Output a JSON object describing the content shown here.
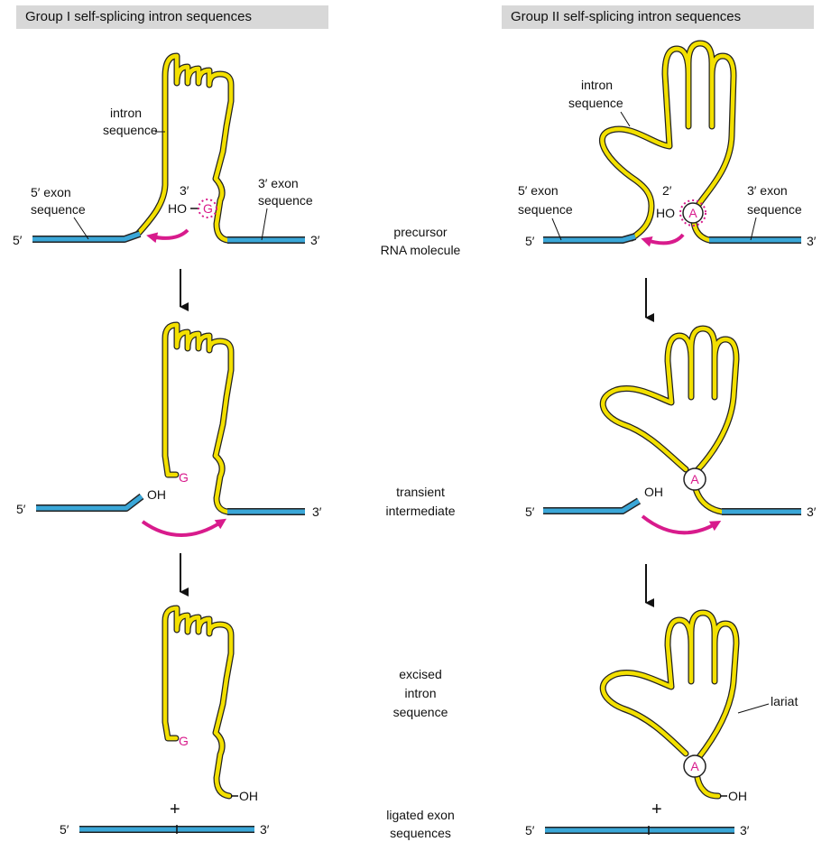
{
  "panels": {
    "left": {
      "title": "Group I self-splicing intron sequences"
    },
    "right": {
      "title": "Group II self-splicing intron sequences"
    }
  },
  "labels": {
    "intron_line1": "intron",
    "intron_line2": "sequence",
    "exon5_line1": "5′ exon",
    "exon5_line2": "sequence",
    "exon3_line1": "3′ exon",
    "exon3_line2": "sequence",
    "five_prime": "5′",
    "three_prime": "3′",
    "left_hydroxyl_position": "3′",
    "right_hydroxyl_position": "2′",
    "ho": "HO",
    "oh": "OH",
    "guanosine": "G",
    "adenosine": "A",
    "lariat": "lariat",
    "plus": "+"
  },
  "stages": [
    {
      "line1": "precursor",
      "line2": "RNA molecule",
      "line3": ""
    },
    {
      "line1": "transient",
      "line2": "intermediate",
      "line3": ""
    },
    {
      "line1": "excised",
      "line2": "intron",
      "line3": "sequence"
    },
    {
      "line1": "ligated exon",
      "line2": "sequences",
      "line3": ""
    }
  ],
  "colors": {
    "exon": "#3aa7d8",
    "intron": "#f3e000",
    "accent": "#d81b8c",
    "header_bg": "#d8d8d8"
  }
}
